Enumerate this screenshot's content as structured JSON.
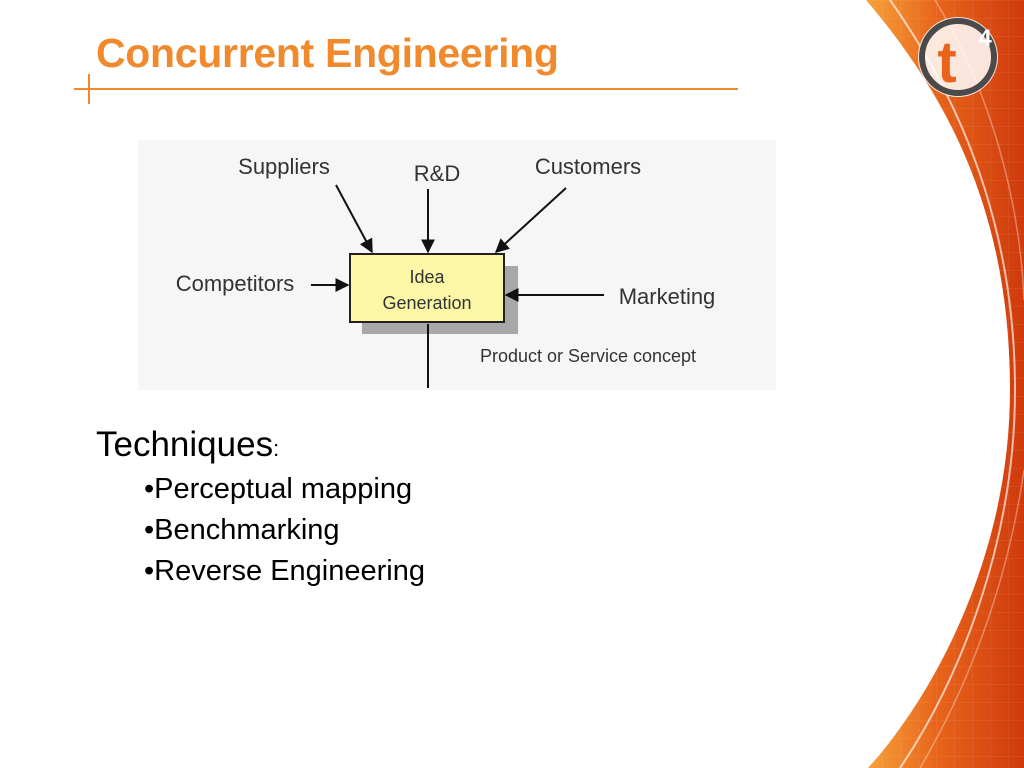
{
  "slide": {
    "title": "Concurrent Engineering",
    "accent_color": "#f08a2c",
    "logo": {
      "text": "t",
      "superscript": "4"
    }
  },
  "diagram": {
    "center_box": {
      "line1": "Idea",
      "line2": "Generation",
      "fill": "#fbf7a6"
    },
    "inputs": {
      "top": [
        "Suppliers",
        "R&D",
        "Customers"
      ],
      "left": "Competitors",
      "right": "Marketing"
    },
    "output": "Product or Service concept"
  },
  "techniques": {
    "heading": "Techniques",
    "colon": ":",
    "items": [
      "•Perceptual mapping",
      "•Benchmarking",
      "•Reverse Engineering"
    ]
  }
}
